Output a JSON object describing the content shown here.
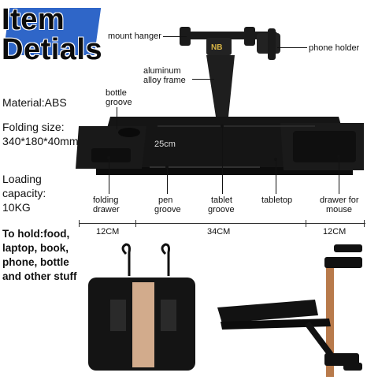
{
  "title": {
    "line1": "Item",
    "line2": "Detials"
  },
  "specs": {
    "material": "Material:ABS",
    "folding_size": "Folding size: 340*180*40mm",
    "loading_capacity": "Loading capacity: 10KG",
    "to_hold": "To hold:food, laptop, book, phone, bottle and other stuff"
  },
  "callouts": {
    "mount_hanger": "mount hanger",
    "phone_holder": "phone holder",
    "aluminum_alloy_frame_1": "aluminum",
    "aluminum_alloy_frame_2": "alloy frame",
    "bottle_groove_1": "bottle",
    "bottle_groove_2": "groove",
    "size_25cm": "25cm",
    "folding_drawer_1": "folding",
    "folding_drawer_2": "drawer",
    "pen_groove_1": "pen",
    "pen_groove_2": "groove",
    "tablet_groove_1": "tablet",
    "tablet_groove_2": "groove",
    "tabletop": "tabletop",
    "drawer_for_mouse_1": "drawer for",
    "drawer_for_mouse_2": "mouse"
  },
  "dimensions": {
    "left": "12CM",
    "center": "34CM",
    "right": "12CM"
  },
  "logo_text": "NB",
  "colors": {
    "title_backdrop": "#2f66c8",
    "tray": "#1c1c1c",
    "frame_copper": "#b87a4b"
  }
}
